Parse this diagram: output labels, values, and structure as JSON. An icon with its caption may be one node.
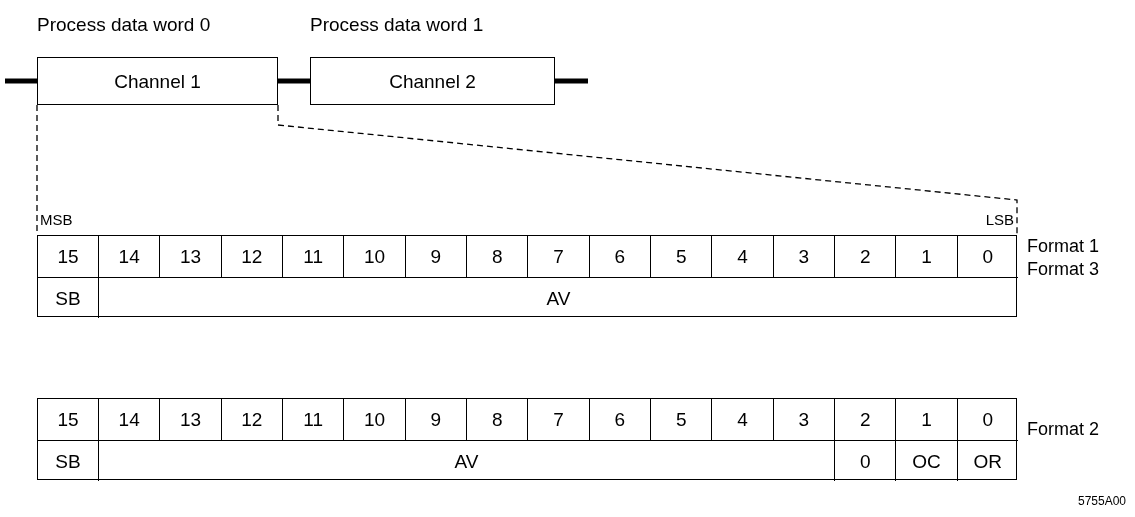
{
  "diagram": {
    "nodes": [
      {
        "text": [
          "Process data word 0",
          "Channel 1"
        ]
      },
      {
        "text": [
          "Process data word 1",
          "Channel 2"
        ]
      },
      {
        "text": [],
        "shape": "box",
        "beside": [
          "Format 1",
          "Format 3"
        ]
      },
      {
        "text": [],
        "shape": "box",
        "beside": [
          "Format 2"
        ]
      }
    ],
    "edges": [
      {
        "from": null,
        "to": 0,
        "arrow": "none"
      },
      {
        "from": 0,
        "to": 1,
        "arrow": "none"
      },
      {
        "from": 1,
        "to": null,
        "arrow": "none"
      },
      {
        "from": 0,
        "to": 2,
        "arrow": "none",
        "style": "dashed"
      },
      {
        "from": 0,
        "to": 2,
        "arrow": "none",
        "style": "dashed"
      }
    ],
    "labels": [
      "MSB",
      "LSB",
      "15",
      "14",
      "13",
      "12",
      "11",
      "10",
      "9",
      "8",
      "7",
      "6",
      "5",
      "4",
      "3",
      "2",
      "1",
      "0",
      "SB",
      "AV",
      "15",
      "14",
      "13",
      "12",
      "11",
      "10",
      "9",
      "8",
      "7",
      "6",
      "5",
      "4",
      "3",
      "2",
      "1",
      "0",
      "SB",
      "AV",
      "0",
      "OC",
      "OR",
      "5755A00"
    ]
  }
}
